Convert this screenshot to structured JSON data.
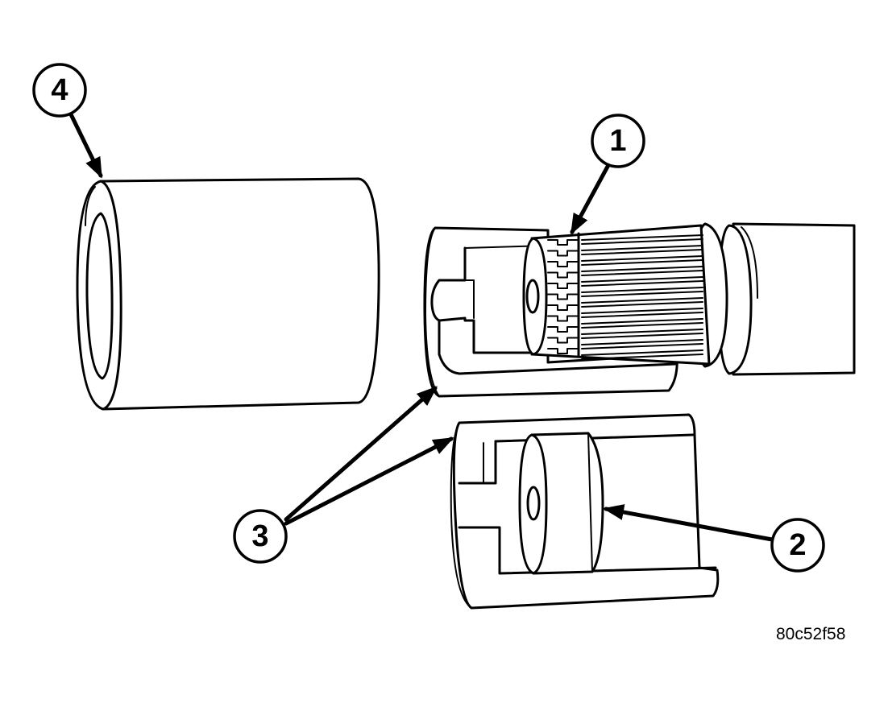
{
  "figure_id": "80c52f58",
  "callouts": [
    {
      "id": "1",
      "label": "1"
    },
    {
      "id": "2",
      "label": "2"
    },
    {
      "id": "3",
      "label": "3"
    },
    {
      "id": "4",
      "label": "4"
    }
  ],
  "colors": {
    "ink": "#000000",
    "paper": "#ffffff"
  }
}
